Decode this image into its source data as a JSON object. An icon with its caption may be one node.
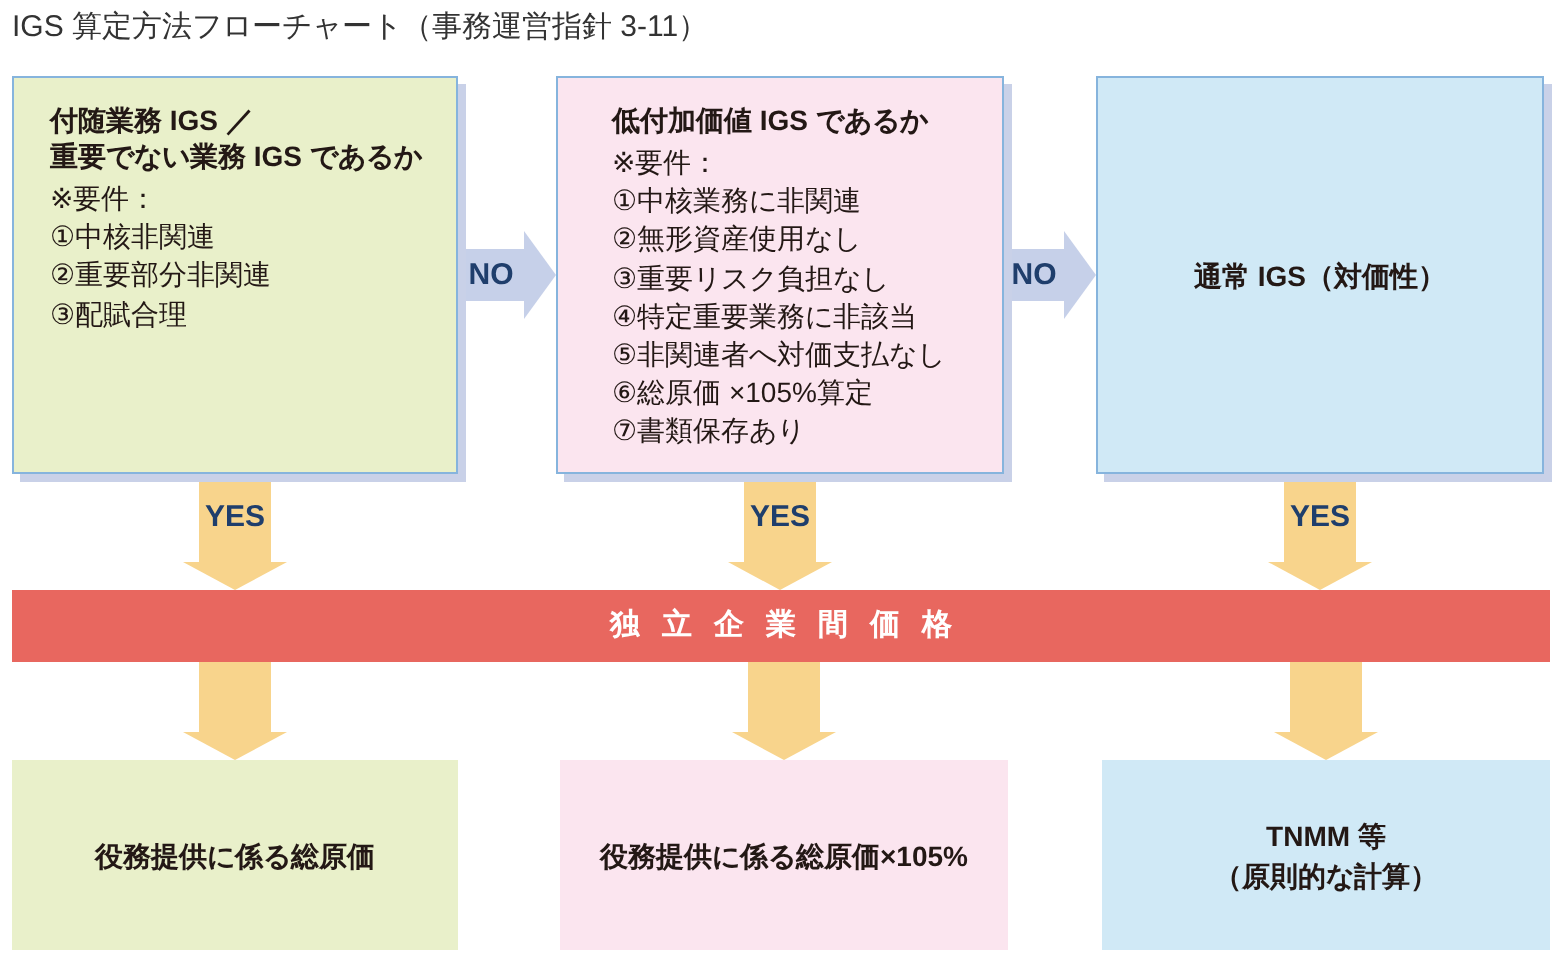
{
  "diagram": {
    "title": "IGS 算定方法フローチャート（事務運営指針 3-11）",
    "nodes": [
      {
        "text": [
          "付随業務 IGS ／重要でない業務 IGS であるか",
          "※要件：",
          "①中核非関連",
          "②重要部分非関連",
          "③配賦合理"
        ]
      },
      {
        "text": [
          "低付加価値 IGS であるか",
          "※要件：",
          "①中核業務に非関連",
          "②無形資産使用なし",
          "③重要リスク負担なし",
          "④特定重要業務に非該当",
          "⑤非関連者へ対価支払なし",
          "⑥総原価 ×105%算定",
          "⑦書類保存あり"
        ]
      },
      {
        "text": [
          "通常 IGS（対価性）"
        ]
      },
      {
        "text": [
          "独立企業間価格"
        ]
      },
      {
        "text": [
          "役務提供に係る総原価"
        ]
      },
      {
        "text": [
          "役務提供に係る総原価×105%"
        ]
      },
      {
        "text": [
          "TNMM 等",
          "（原則的な計算）"
        ]
      }
    ],
    "edges": [
      {
        "from": 0,
        "to": 1,
        "arrow": "to",
        "label": "NO",
        "color": "#c6d0e9"
      },
      {
        "from": 1,
        "to": 2,
        "arrow": "to",
        "label": "NO",
        "color": "#c6d0e9"
      },
      {
        "from": 0,
        "to": 3,
        "arrow": "to",
        "label": "YES"
      },
      {
        "from": 1,
        "to": 3,
        "arrow": "to",
        "label": "YES"
      },
      {
        "from": 2,
        "to": 3,
        "arrow": "to",
        "label": "YES"
      },
      {
        "from": 3,
        "to": 4,
        "arrow": "to"
      },
      {
        "from": 3,
        "to": 5,
        "arrow": "to"
      },
      {
        "from": 3,
        "to": 6,
        "arrow": "to"
      }
    ]
  }
}
